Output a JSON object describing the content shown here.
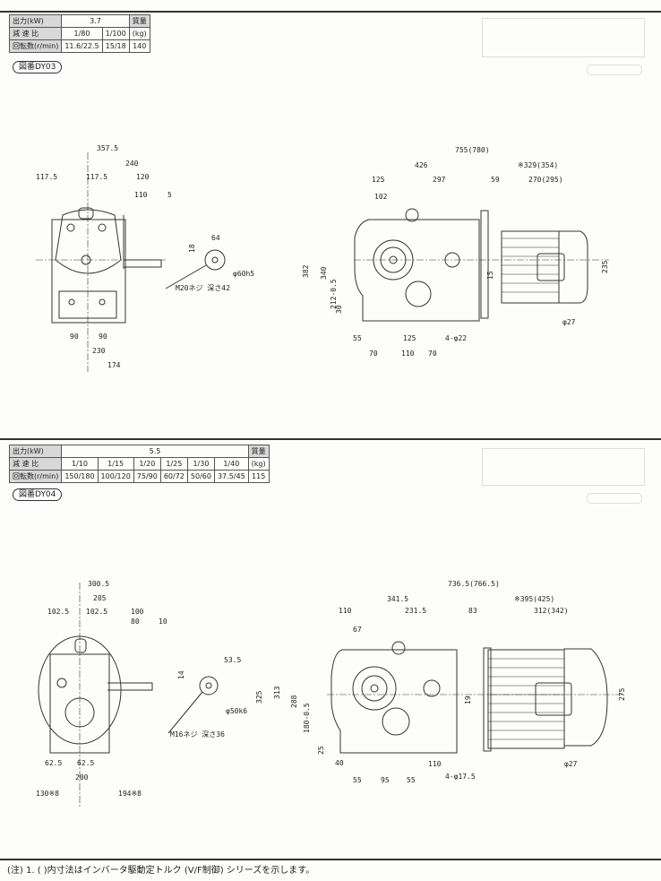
{
  "dy03": {
    "table": {
      "output_label": "出力(kW)",
      "output_value": "3.7",
      "mass_label": "質量",
      "ratio_label": "減 速 比",
      "ratios": [
        "1/80",
        "1/100"
      ],
      "mass_unit": "(kg)",
      "speed_label": "回転数(r/min)",
      "speeds": [
        "11.6/22.5",
        "15/18"
      ],
      "mass": "140"
    },
    "figure_label": "図番DY03",
    "dims": {
      "side": [
        "357.5",
        "240",
        "117.5",
        "117.5",
        "120",
        "110",
        "5",
        "90",
        "90",
        "230",
        "174"
      ],
      "shaft": [
        "64",
        "18",
        "φ60h5",
        "M20ネジ 深さ42"
      ],
      "front": [
        "755(780)",
        "426",
        "※329(354)",
        "125",
        "297",
        "59",
        "270(295)",
        "102",
        "382",
        "340",
        "212-0.5",
        "30",
        "235",
        "15",
        "55",
        "125",
        "4-φ22",
        "70",
        "110",
        "70",
        "φ27"
      ]
    }
  },
  "dy04": {
    "table": {
      "output_label": "出力(kW)",
      "output_value": "5.5",
      "mass_label": "質量",
      "ratio_label": "減 速 比",
      "ratios": [
        "1/10",
        "1/15",
        "1/20",
        "1/25",
        "1/30",
        "1/40"
      ],
      "mass_unit": "(kg)",
      "speed_label": "回転数(r/min)",
      "speeds": [
        "150/180",
        "100/120",
        "75/90",
        "60/72",
        "50/60",
        "37.5/45"
      ],
      "mass": "115"
    },
    "figure_label": "図番DY04",
    "dims": {
      "side": [
        "300.5",
        "205",
        "102.5",
        "102.5",
        "100",
        "80",
        "10",
        "62.5",
        "62.5",
        "200",
        "130※8",
        "194※8"
      ],
      "shaft": [
        "53.5",
        "14",
        "φ50k6",
        "M16ネジ 深さ36"
      ],
      "front": [
        "736.5(766.5)",
        "341.5",
        "※395(425)",
        "110",
        "231.5",
        "83",
        "312(342)",
        "67",
        "325",
        "313",
        "288",
        "180-0.5",
        "25",
        "275",
        "19",
        "40",
        "110",
        "55",
        "95",
        "55",
        "4-φ17.5",
        "φ27"
      ]
    }
  },
  "footnote": "(注) 1. ( )内寸法はインバータ駆動定トルク (V/F制御) シリーズを示します。"
}
